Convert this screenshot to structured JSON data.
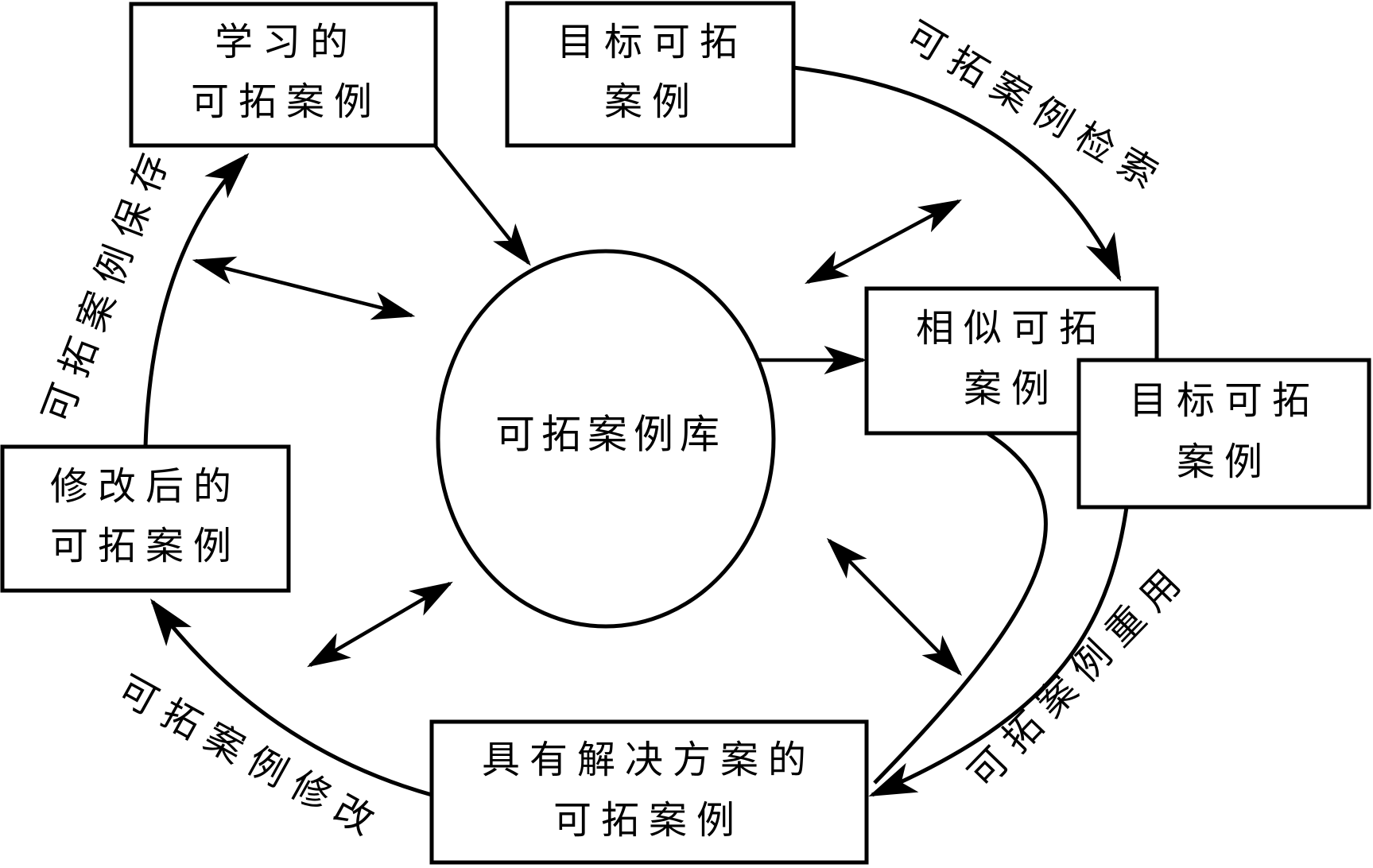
{
  "diagram": {
    "center": {
      "label": "可拓案例库"
    },
    "boxes": {
      "learned": {
        "line1": "学习的",
        "line2": "可拓案例"
      },
      "target_top": {
        "line1": "目标可拓",
        "line2": "案例"
      },
      "similar": {
        "line1": "相似可拓",
        "line2": "案例"
      },
      "target_right": {
        "line1": "目标可拓",
        "line2": "案例"
      },
      "revised": {
        "line1": "修改后的",
        "line2": "可拓案例"
      },
      "solution": {
        "line1": "具有解决方案的",
        "line2": "可拓案例"
      }
    },
    "arc_labels": {
      "retrieval": "可拓案例检索",
      "reuse": "可拓案例重用",
      "revision": "可拓案例修改",
      "retention": "可拓案例保存"
    },
    "colors": {
      "ink": "#000000",
      "background": "#ffffff"
    }
  }
}
